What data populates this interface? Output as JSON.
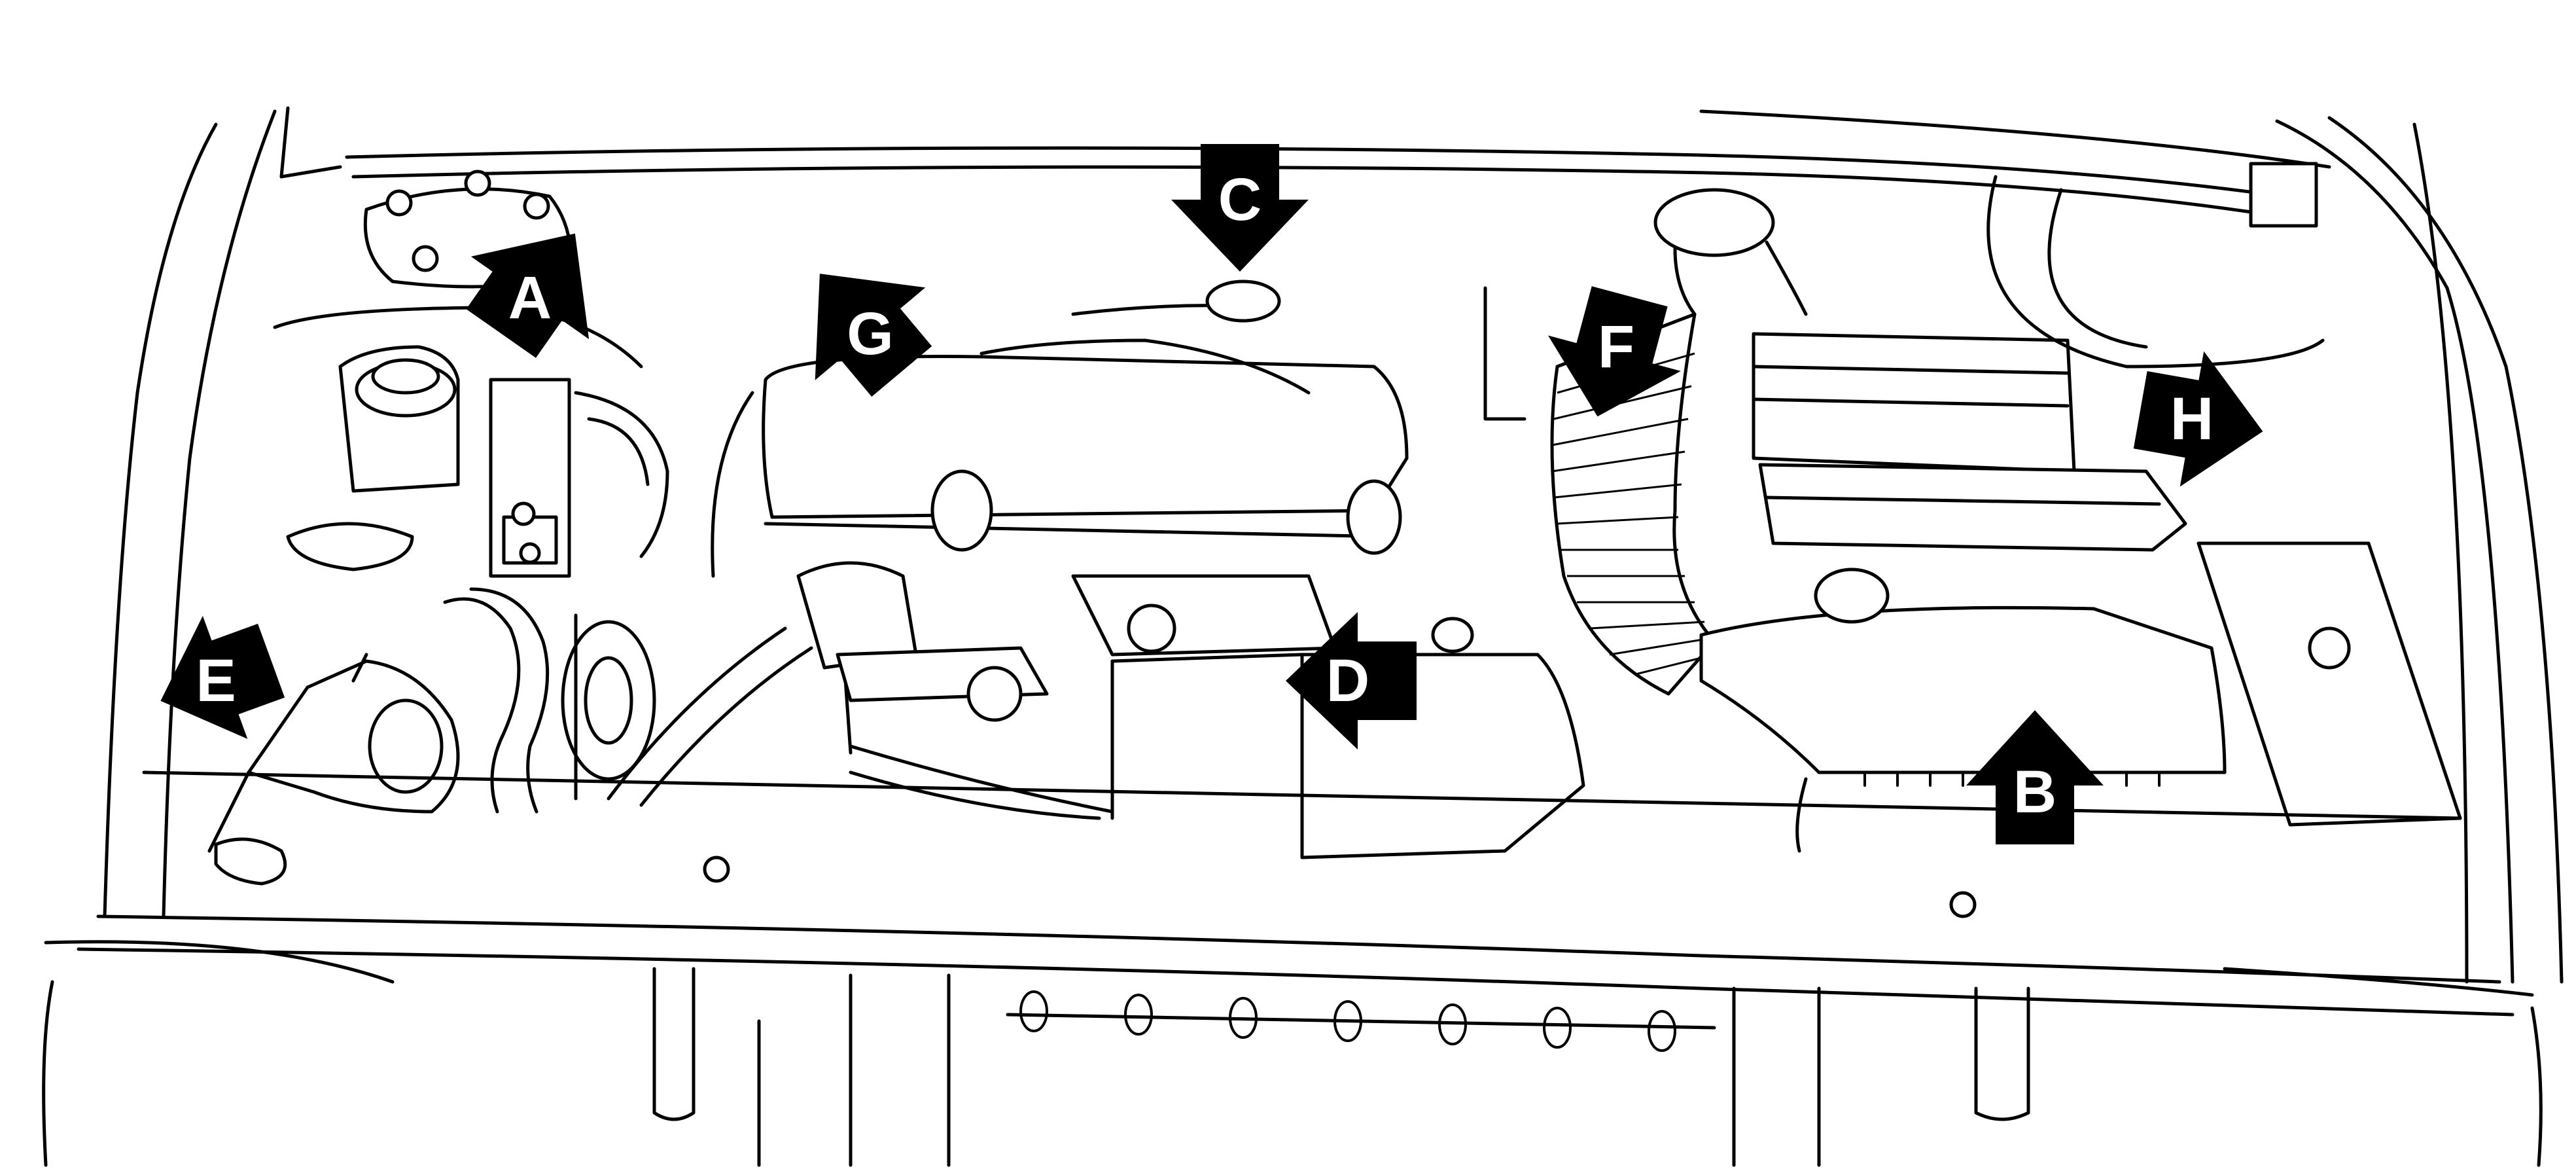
{
  "callouts": [
    {
      "id": "A",
      "label": "A",
      "direction": "up-right"
    },
    {
      "id": "B",
      "label": "B",
      "direction": "up"
    },
    {
      "id": "C",
      "label": "C",
      "direction": "down"
    },
    {
      "id": "D",
      "label": "D",
      "direction": "left"
    },
    {
      "id": "E",
      "label": "E",
      "direction": "left"
    },
    {
      "id": "F",
      "label": "F",
      "direction": "down"
    },
    {
      "id": "G",
      "label": "G",
      "direction": "up-left"
    },
    {
      "id": "H",
      "label": "H",
      "direction": "right"
    }
  ],
  "colors": {
    "line": "#000000",
    "background": "#ffffff",
    "callout_fill": "#000000",
    "callout_text": "#ffffff"
  }
}
